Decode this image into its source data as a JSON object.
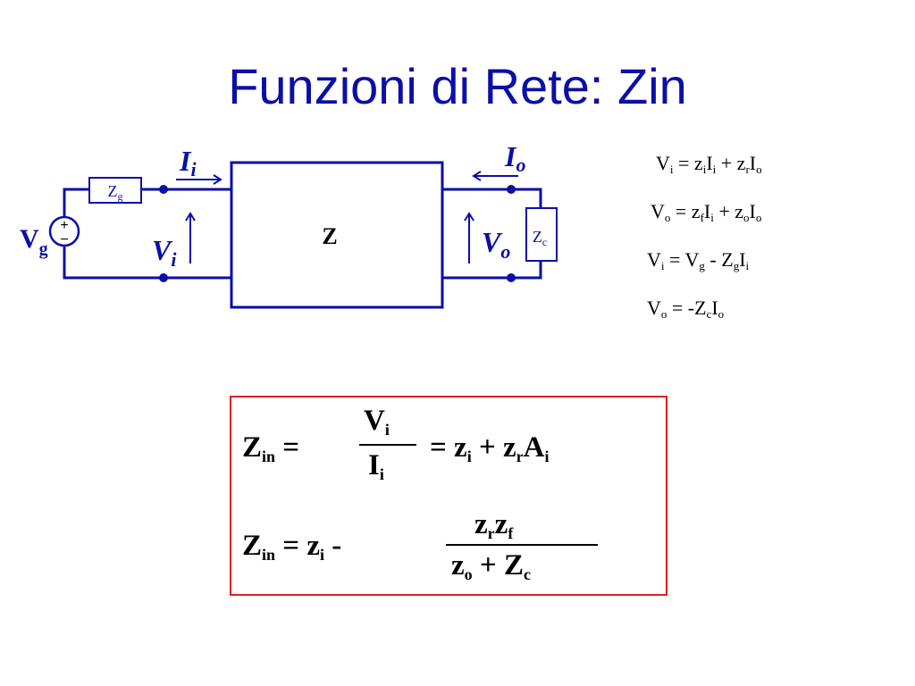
{
  "slide": {
    "title": "Funzioni di Rete: Zin"
  },
  "circuit": {
    "two_port_label": "Z",
    "source": {
      "label_main": "V",
      "label_sub": "g",
      "plus": "+",
      "minus": "−"
    },
    "source_impedance": {
      "main": "Z",
      "sub": "g"
    },
    "load_impedance": {
      "main": "Z",
      "sub": "c"
    },
    "input_current": {
      "main": "I",
      "sub": "i"
    },
    "output_current": {
      "main": "I",
      "sub": "o"
    },
    "input_voltage": {
      "main": "V",
      "sub": "i"
    },
    "output_voltage": {
      "main": "V",
      "sub": "o"
    },
    "colors": {
      "wire": "#0b0fa6",
      "box_border": "#0b0fa6"
    }
  },
  "equations": [
    "Vi = ziIi + zrIo",
    "Vo = zfIi + zoIo",
    "Vi = Vg - ZgIi",
    "Vo = -ZcIo"
  ],
  "result_box": {
    "border_color": "#e02020",
    "formula_1": "Zin = Vi / Ii = zi + zr Ai",
    "formula_2": "Zin = zi - zr zf / (zo + Zc)"
  }
}
